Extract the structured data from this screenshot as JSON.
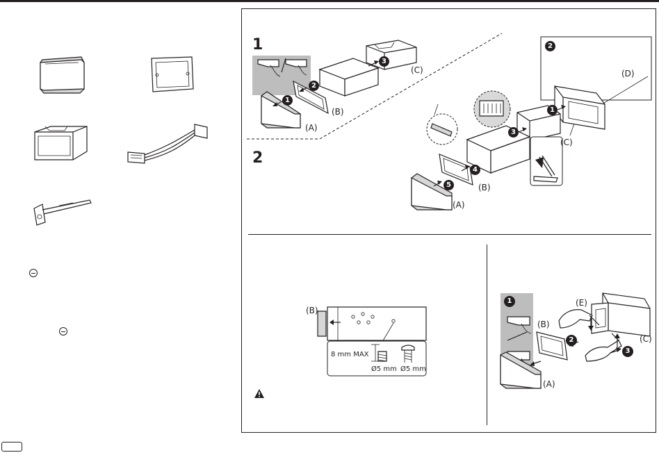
{
  "steps": {
    "s1": "1",
    "s2": "2"
  },
  "parts": {
    "a": "(A)",
    "b": "(B)",
    "c": "(C)",
    "d": "(D)",
    "e": "(E)"
  },
  "bullets": {
    "n1": "1",
    "n2": "2",
    "n3": "3",
    "n4": "4",
    "n5": "5"
  },
  "screw": {
    "max_depth": "8 mm MAX",
    "dia_left": "Ø5 mm",
    "dia_right": "Ø5 mm"
  }
}
